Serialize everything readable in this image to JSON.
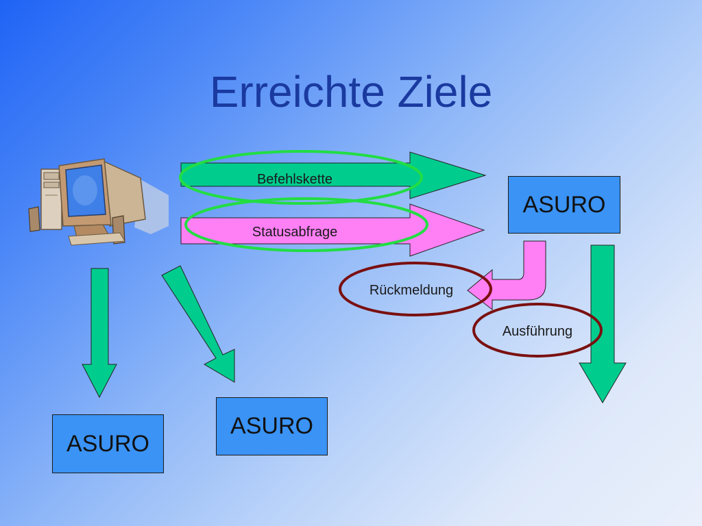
{
  "title": "Erreichte Ziele",
  "boxes": {
    "top_right": "ASURO",
    "bottom_left": "ASURO",
    "bottom_middle": "ASURO"
  },
  "arrows": {
    "command_chain": "Befehlskette",
    "status_query": "Statusabfrage",
    "feedback": "Rückmeldung",
    "execution": "Ausführung"
  },
  "colors": {
    "green_arrow": "#00cc8e",
    "magenta_arrow": "#ff7ff5",
    "green_ellipse": "#22dd44",
    "dark_red_ellipse": "#7a1010",
    "asuro_box": "#3a93f5",
    "title": "#1a3aa0"
  },
  "icons": [
    "computer-icon"
  ]
}
